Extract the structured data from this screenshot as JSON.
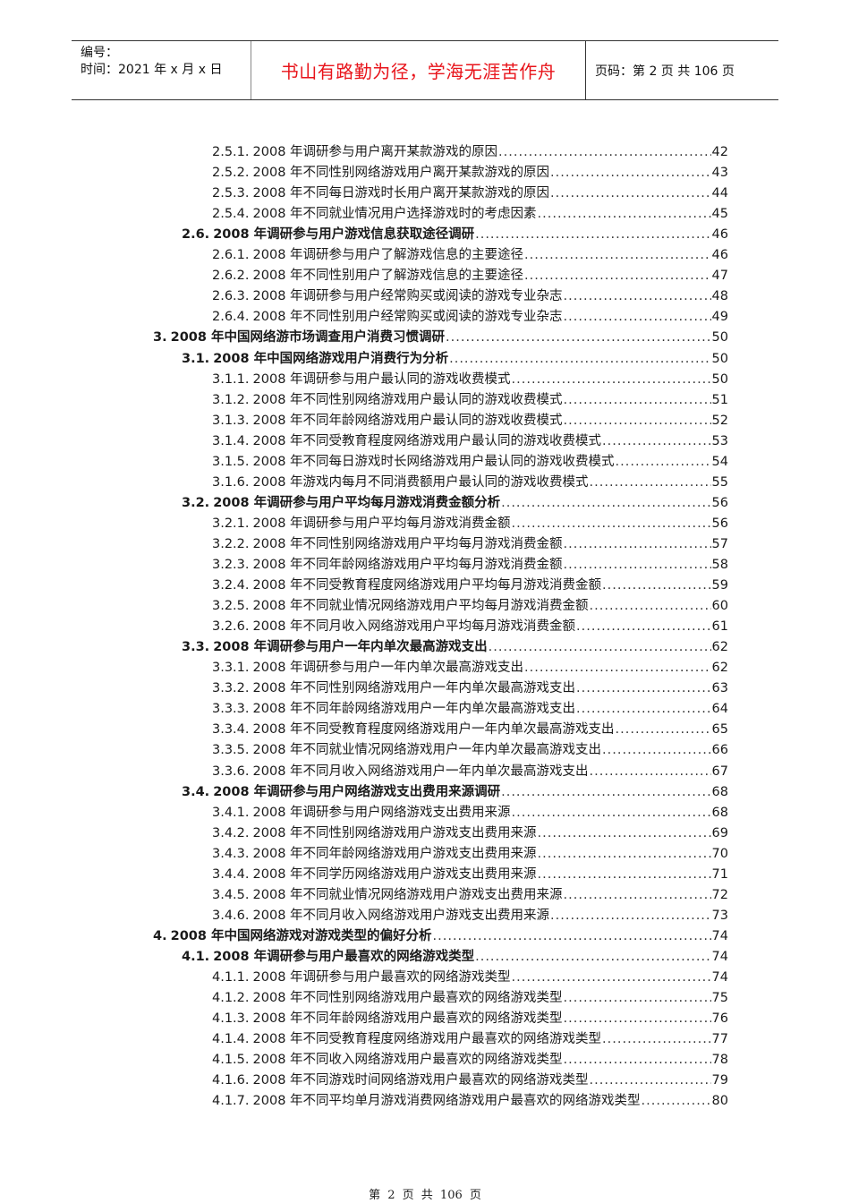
{
  "header": {
    "serial_label": "编号：",
    "time_label": "时间：2021 年 x 月 x 日",
    "motto": "书山有路勤为径，学海无涯苦作舟",
    "motto_color": "#e8141b",
    "page_info": "页码：第 2 页  共 106 页"
  },
  "toc": [
    {
      "level": 3,
      "num": "2.5.1.",
      "title": "2008 年调研参与用户离开某款游戏的原因",
      "page": "42"
    },
    {
      "level": 3,
      "num": "2.5.2.",
      "title": "2008 年不同性别网络游戏用户离开某款游戏的原因",
      "page": "43"
    },
    {
      "level": 3,
      "num": "2.5.3.",
      "title": "2008 年不同每日游戏时长用户离开某款游戏的原因",
      "page": "44"
    },
    {
      "level": 3,
      "num": "2.5.4.",
      "title": "2008 年不同就业情况用户选择游戏时的考虑因素",
      "page": "45"
    },
    {
      "level": 2,
      "num": "2.6.",
      "title": "2008 年调研参与用户游戏信息获取途径调研",
      "page": "46"
    },
    {
      "level": 3,
      "num": "2.6.1.",
      "title": "2008 年调研参与用户了解游戏信息的主要途径",
      "page": "46"
    },
    {
      "level": 3,
      "num": "2.6.2.",
      "title": "2008 年不同性别用户了解游戏信息的主要途径",
      "page": "47"
    },
    {
      "level": 3,
      "num": "2.6.3.",
      "title": "2008 年调研参与用户经常购买或阅读的游戏专业杂志",
      "page": "48"
    },
    {
      "level": 3,
      "num": "2.6.4.",
      "title": "2008 年不同性别用户经常购买或阅读的游戏专业杂志",
      "page": "49"
    },
    {
      "level": 1,
      "num": "3.",
      "title": "2008 年中国网络游市场调查用户消费习惯调研",
      "page": "50"
    },
    {
      "level": 2,
      "num": "3.1.",
      "title": "2008 年中国网络游戏用户消费行为分析",
      "page": "50"
    },
    {
      "level": 3,
      "num": "3.1.1.",
      "title": "2008 年调研参与用户最认同的游戏收费模式",
      "page": "50"
    },
    {
      "level": 3,
      "num": "3.1.2.",
      "title": "2008 年不同性别网络游戏用户最认同的游戏收费模式",
      "page": "51"
    },
    {
      "level": 3,
      "num": "3.1.3.",
      "title": "2008 年不同年龄网络游戏用户最认同的游戏收费模式",
      "page": "52"
    },
    {
      "level": 3,
      "num": "3.1.4.",
      "title": "2008 年不同受教育程度网络游戏用户最认同的游戏收费模式",
      "page": "53"
    },
    {
      "level": 3,
      "num": "3.1.5.",
      "title": "2008 年不同每日游戏时长网络游戏用户最认同的游戏收费模式",
      "page": "54"
    },
    {
      "level": 3,
      "num": "3.1.6.",
      "title": "2008 年游戏内每月不同消费额用户最认同的游戏收费模式",
      "page": "55"
    },
    {
      "level": 2,
      "num": "3.2.",
      "title": "2008 年调研参与用户平均每月游戏消费金额分析",
      "page": "56"
    },
    {
      "level": 3,
      "num": "3.2.1.",
      "title": "2008 年调研参与用户平均每月游戏消费金额",
      "page": "56"
    },
    {
      "level": 3,
      "num": "3.2.2.",
      "title": "2008 年不同性别网络游戏用户平均每月游戏消费金额",
      "page": "57"
    },
    {
      "level": 3,
      "num": "3.2.3.",
      "title": "2008 年不同年龄网络游戏用户平均每月游戏消费金额",
      "page": "58"
    },
    {
      "level": 3,
      "num": "3.2.4.",
      "title": "2008 年不同受教育程度网络游戏用户平均每月游戏消费金额",
      "page": "59"
    },
    {
      "level": 3,
      "num": "3.2.5.",
      "title": "2008 年不同就业情况网络游戏用户平均每月游戏消费金额",
      "page": "60"
    },
    {
      "level": 3,
      "num": "3.2.6.",
      "title": "2008 年不同月收入网络游戏用户平均每月游戏消费金额",
      "page": "61"
    },
    {
      "level": 2,
      "num": "3.3.",
      "title": "2008 年调研参与用户一年内单次最高游戏支出",
      "page": "62"
    },
    {
      "level": 3,
      "num": "3.3.1.",
      "title": "2008 年调研参与用户一年内单次最高游戏支出",
      "page": "62"
    },
    {
      "level": 3,
      "num": "3.3.2.",
      "title": "2008 年不同性别网络游戏用户一年内单次最高游戏支出",
      "page": "63"
    },
    {
      "level": 3,
      "num": "3.3.3.",
      "title": "2008 年不同年龄网络游戏用户一年内单次最高游戏支出",
      "page": "64"
    },
    {
      "level": 3,
      "num": "3.3.4.",
      "title": "2008 年不同受教育程度网络游戏用户一年内单次最高游戏支出",
      "page": "65"
    },
    {
      "level": 3,
      "num": "3.3.5.",
      "title": "2008 年不同就业情况网络游戏用户一年内单次最高游戏支出",
      "page": "66"
    },
    {
      "level": 3,
      "num": "3.3.6.",
      "title": "2008 年不同月收入网络游戏用户一年内单次最高游戏支出",
      "page": "67"
    },
    {
      "level": 2,
      "num": "3.4.",
      "title": "2008 年调研参与用户网络游戏支出费用来源调研",
      "page": "68"
    },
    {
      "level": 3,
      "num": "3.4.1.",
      "title": "2008 年调研参与用户网络游戏支出费用来源",
      "page": "68"
    },
    {
      "level": 3,
      "num": "3.4.2.",
      "title": "2008 年不同性别网络游戏用户游戏支出费用来源",
      "page": "69"
    },
    {
      "level": 3,
      "num": "3.4.3.",
      "title": "2008 年不同年龄网络游戏用户游戏支出费用来源",
      "page": "70"
    },
    {
      "level": 3,
      "num": "3.4.4.",
      "title": "2008 年不同学历网络游戏用户游戏支出费用来源",
      "page": "71"
    },
    {
      "level": 3,
      "num": "3.4.5.",
      "title": "2008 年不同就业情况网络游戏用户游戏支出费用来源",
      "page": "72"
    },
    {
      "level": 3,
      "num": "3.4.6.",
      "title": "2008 年不同月收入网络游戏用户游戏支出费用来源",
      "page": "73"
    },
    {
      "level": 1,
      "num": "4.",
      "title": "2008 年中国网络游戏对游戏类型的偏好分析",
      "page": "74"
    },
    {
      "level": 2,
      "num": "4.1.",
      "title": "2008 年调研参与用户最喜欢的网络游戏类型",
      "page": "74"
    },
    {
      "level": 3,
      "num": "4.1.1.",
      "title": "2008 年调研参与用户最喜欢的网络游戏类型",
      "page": "74"
    },
    {
      "level": 3,
      "num": "4.1.2.",
      "title": "2008 年不同性别网络游戏用户最喜欢的网络游戏类型",
      "page": "75"
    },
    {
      "level": 3,
      "num": "4.1.3.",
      "title": "2008 年不同年龄网络游戏用户最喜欢的网络游戏类型",
      "page": "76"
    },
    {
      "level": 3,
      "num": "4.1.4.",
      "title": "2008 年不同受教育程度网络游戏用户最喜欢的网络游戏类型",
      "page": "77"
    },
    {
      "level": 3,
      "num": "4.1.5.",
      "title": "2008 年不同收入网络游戏用户最喜欢的网络游戏类型",
      "page": "78"
    },
    {
      "level": 3,
      "num": "4.1.6.",
      "title": "2008 年不同游戏时间网络游戏用户最喜欢的网络游戏类型",
      "page": "79"
    },
    {
      "level": 3,
      "num": "4.1.7.",
      "title": "2008 年不同平均单月游戏消费网络游戏用户最喜欢的网络游戏类型",
      "page": "80"
    }
  ],
  "footer": {
    "page_text": "第 2 页 共 106 页"
  }
}
